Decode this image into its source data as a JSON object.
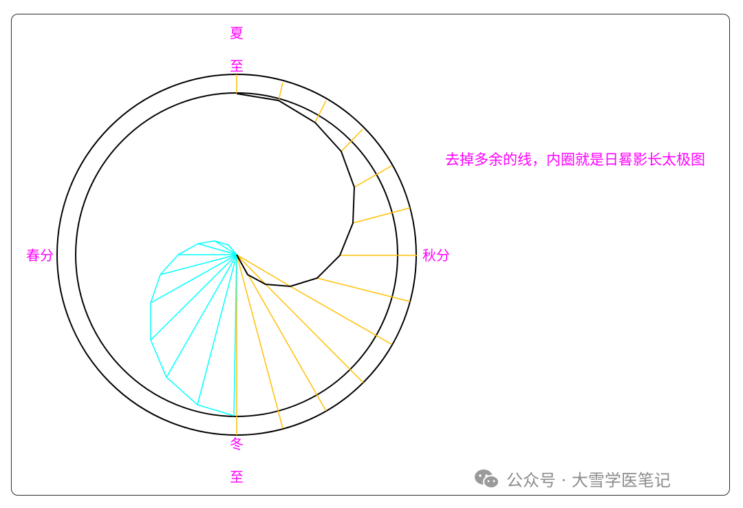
{
  "labels": {
    "summer_solstice": [
      "夏",
      "至"
    ],
    "winter_solstice": [
      "冬",
      "至"
    ],
    "spring_equinox": "春分",
    "autumn_equinox": "秋分"
  },
  "caption": "去掉多余的线，内圈就是日晷影长太极图",
  "watermark": {
    "icon": "wechat-icon",
    "text": "公众号 · 大雪学医笔记"
  },
  "colors": {
    "text": "#ff00ff",
    "circle": "#000000",
    "shadow_lines_autumn": "#ffc000",
    "shadow_lines_spring": "#00ffff",
    "outline": "#000000"
  }
}
